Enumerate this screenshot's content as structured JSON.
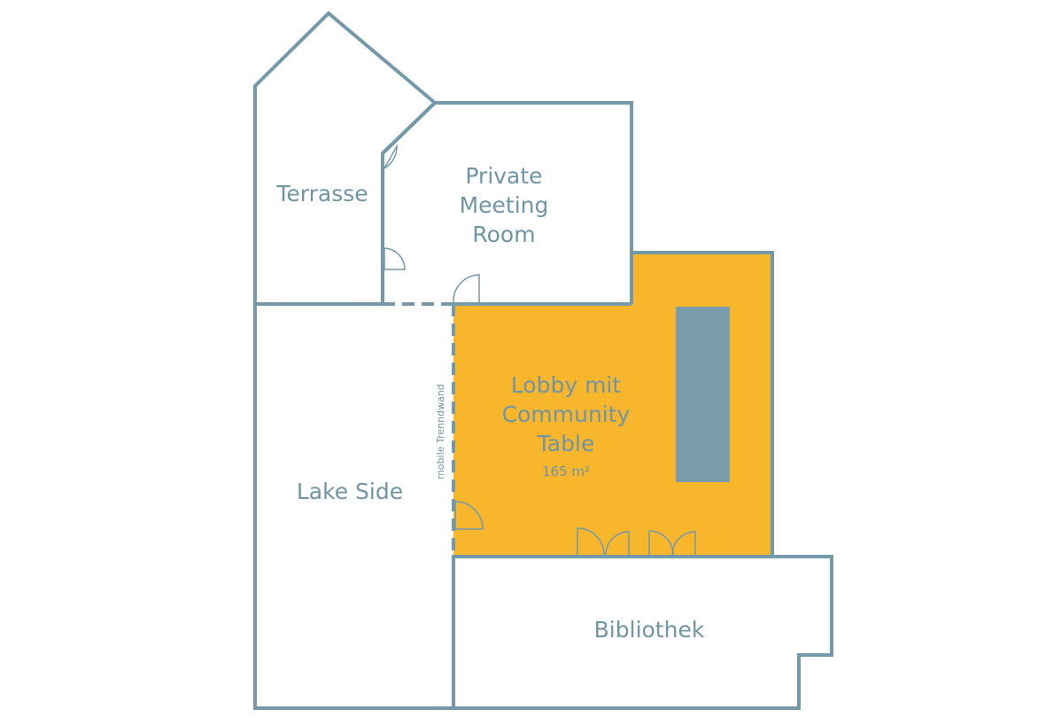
{
  "rooms": {
    "terrasse": {
      "label": "Terrasse"
    },
    "private_meeting": {
      "lines": [
        "Private",
        "Meeting",
        "Room"
      ]
    },
    "lobby": {
      "lines": [
        "Lobby mit",
        "Community",
        "Table"
      ],
      "area": "165 m²"
    },
    "lake_side": {
      "label": "Lake Side"
    },
    "bibliothek": {
      "label": "Bibliothek"
    }
  },
  "partition_label": "mobile Trenndwand",
  "colors": {
    "wall": "#7399aa",
    "highlight": "#f8b62d",
    "table": "#7b9eae",
    "text": "#6f95a6"
  },
  "icons": {
    "door": "door-swing-icon",
    "table": "community-table-icon"
  }
}
